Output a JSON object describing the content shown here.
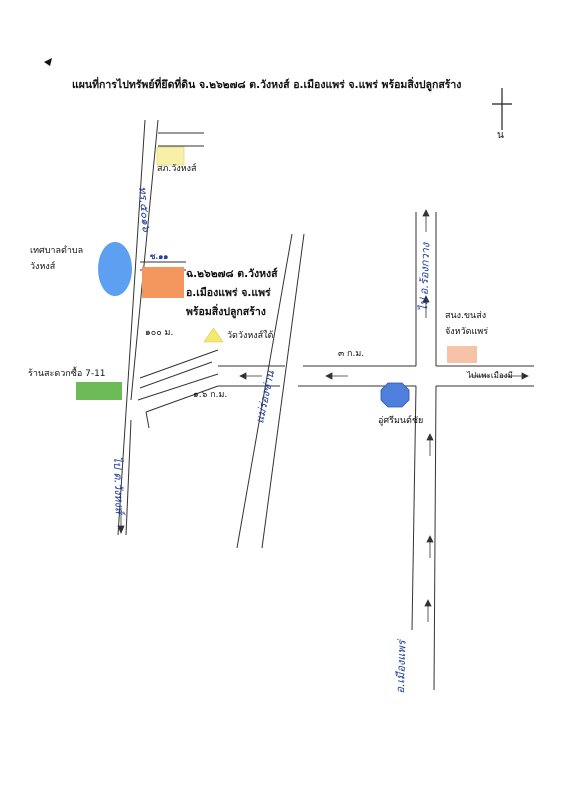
{
  "title": "แผนที่การไปทรัพย์ที่ยึดที่ดิน จ.๒๖๒๗๘ ต.วังหงส์ อ.เมืองแพร่ จ.แพร่ พร้อมสิ่งปลูกสร้าง",
  "north_label": "น",
  "places": {
    "health_station": "สภ.วังหงส์",
    "municipality_line1": "เทศบาลตำบล",
    "municipality_line2": "วังหงส์",
    "property_line1": "ฉ.๒๖๒๗๘ ต.วังหงส์",
    "property_line2": "อ.เมืองแพร่ จ.แพร่",
    "property_line3": "พร้อมสิ่งปลูกสร้าง",
    "temple": "วัดวังหงส์ใต้",
    "store": "ร้านสะดวกซื้อ 7-11",
    "garage": "อู่ศรีมนต์ชัย",
    "office_line1": "สนง.ขนส่ง",
    "office_line2": "จังหวัดแพร่"
  },
  "distances": {
    "d100m": "๑๐๐ ม.",
    "d3km": "๓ ก.ม.",
    "d1_6km": "๑.๖ ก.ม."
  },
  "roads": {
    "east_direction": "ไปแพะเมืองมี",
    "north_road": "ทร.๕๐๑๖",
    "tiny_label": "ซ.๑๑",
    "to_wanghong": "ไป ต.วังหงส์",
    "highway": "แม่ร่องซ่าน",
    "to_north": "ไป อ.ร้องกวาง",
    "to_city": "อ.เมืองแพร่"
  },
  "colors": {
    "property": "#f4975e",
    "municipality": "#5d9ff0",
    "health_station": "#f7f0a8",
    "temple": "#f5e86e",
    "store": "#6cba58",
    "garage": "#4f7fdc",
    "office": "#f7c3a8",
    "handwriting": "#1f3c9c"
  }
}
